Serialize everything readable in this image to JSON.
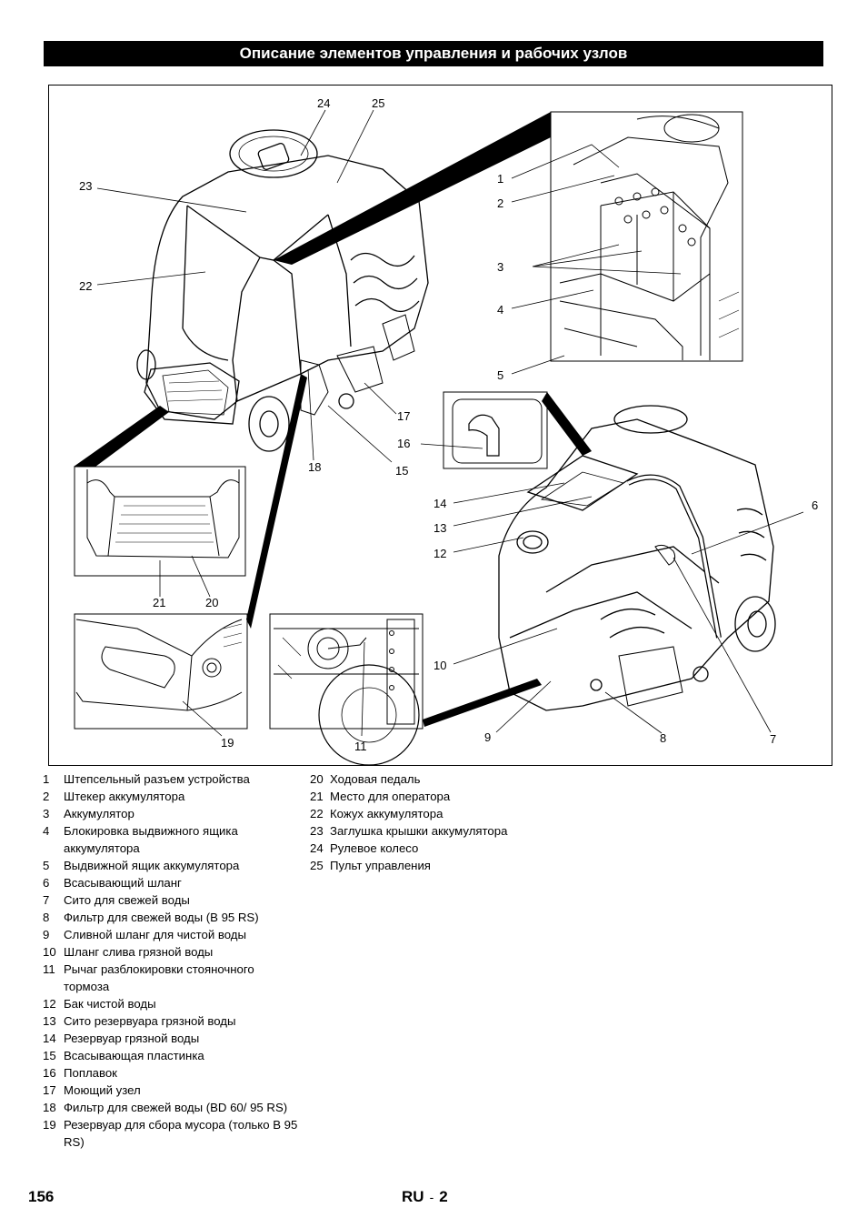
{
  "header": {
    "title": "Описание элементов управления и рабочих узлов"
  },
  "figure": {
    "callouts": [
      "1",
      "2",
      "3",
      "4",
      "5",
      "6",
      "7",
      "8",
      "9",
      "10",
      "11",
      "12",
      "13",
      "14",
      "15",
      "16",
      "17",
      "18",
      "19",
      "20",
      "21",
      "22",
      "23",
      "24",
      "25"
    ]
  },
  "legend": {
    "left": [
      {
        "num": "1",
        "text": "Штепсельный разъем устройства"
      },
      {
        "num": "2",
        "text": "Штекер аккумулятора"
      },
      {
        "num": "3",
        "text": "Аккумулятор"
      },
      {
        "num": "4",
        "text": "Блокировка выдвижного ящика аккумулятора"
      },
      {
        "num": "5",
        "text": "Выдвижной ящик аккумулятора"
      },
      {
        "num": "6",
        "text": "Всасывающий шланг"
      },
      {
        "num": "7",
        "text": "Сито для свежей воды"
      },
      {
        "num": "8",
        "text": "Фильтр для свежей воды (B 95 RS)"
      },
      {
        "num": "9",
        "text": "Сливной шланг для чистой воды"
      },
      {
        "num": "10",
        "text": "Шланг слива грязной воды"
      },
      {
        "num": "11",
        "text": "Рычаг разблокировки стояночного тормоза"
      },
      {
        "num": "12",
        "text": "Бак чистой воды"
      },
      {
        "num": "13",
        "text": "Сито резервуара грязной воды"
      },
      {
        "num": "14",
        "text": "Резервуар грязной воды"
      },
      {
        "num": "15",
        "text": "Всасывающая пластинка"
      },
      {
        "num": "16",
        "text": "Поплавок"
      },
      {
        "num": "17",
        "text": "Моющий узел"
      },
      {
        "num": "18",
        "text": "Фильтр для свежей воды (BD 60/ 95 RS)"
      },
      {
        "num": "19",
        "text": "Резервуар для сбора мусора (только B 95 RS)"
      }
    ],
    "right": [
      {
        "num": "20",
        "text": "Ходовая педаль"
      },
      {
        "num": "21",
        "text": "Место для оператора"
      },
      {
        "num": "22",
        "text": "Кожух аккумулятора"
      },
      {
        "num": "23",
        "text": "Заглушка крышки аккумулятора"
      },
      {
        "num": "24",
        "text": "Рулевое колесо"
      },
      {
        "num": "25",
        "text": "Пульт управления"
      }
    ]
  },
  "footer": {
    "page_number": "156",
    "language": "RU",
    "separator": "-",
    "section": "2"
  }
}
